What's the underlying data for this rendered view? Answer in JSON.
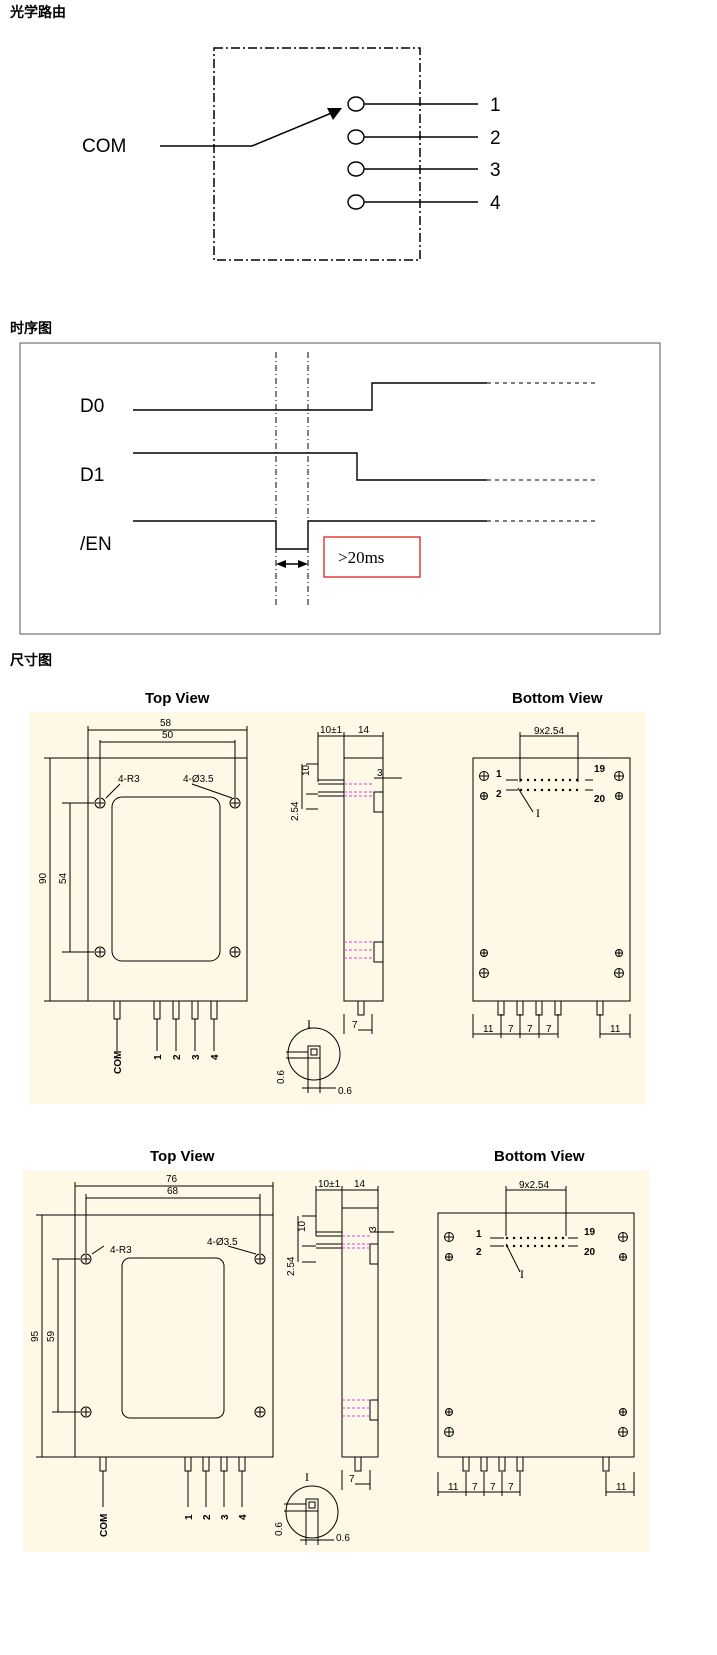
{
  "headings": {
    "optical_path": "光学路由",
    "timing": "时序图",
    "dimension": "尺寸图"
  },
  "optical_path": {
    "com_label": "COM",
    "ports": [
      "1",
      "2",
      "3",
      "4"
    ]
  },
  "timing": {
    "signals": [
      "D0",
      "D1",
      "/EN"
    ],
    "note": ">20ms"
  },
  "drawings": [
    {
      "top_view_title": "Top View",
      "bottom_view_title": "Bottom View",
      "width_outer": "58",
      "width_inner": "50",
      "height_outer": "90",
      "height_inner": "54",
      "corner_radius": "4-R3",
      "hole": "4-Ø3.5",
      "side_offset": "10±1",
      "side_thickness": "14",
      "side_small": "3",
      "side_10": "10",
      "pitch_side": "2.54",
      "pin_side": "7",
      "pin_labels": [
        "COM",
        "1",
        "2",
        "3",
        "4"
      ],
      "pin_array": "9x2.54",
      "pin_numbers": [
        "1",
        "2",
        "19",
        "20"
      ],
      "detail_mark": "I",
      "detail_dims": [
        "0.6",
        "0.6"
      ],
      "bottom_dims": [
        "11",
        "7",
        "7",
        "7",
        "11"
      ]
    },
    {
      "top_view_title": "Top View",
      "bottom_view_title": "Bottom View",
      "width_outer": "76",
      "width_inner": "68",
      "height_outer": "95",
      "height_inner": "59",
      "corner_radius": "4-R3",
      "hole": "4-Ø3.5",
      "side_offset": "10±1",
      "side_thickness": "14",
      "side_small": "3",
      "side_10": "10",
      "pitch_side": "2.54",
      "pin_side": "7",
      "pin_labels": [
        "COM",
        "1",
        "2",
        "3",
        "4"
      ],
      "pin_array": "9x2.54",
      "pin_numbers": [
        "1",
        "2",
        "19",
        "20"
      ],
      "detail_mark": "I",
      "detail_dims": [
        "0.6",
        "0.6"
      ],
      "bottom_dims": [
        "11",
        "7",
        "7",
        "7",
        "11"
      ]
    }
  ],
  "colors": {
    "drawing_bg": "#fdf9e6",
    "note_box": "#e03030",
    "hidden_line": "#e040e0"
  }
}
